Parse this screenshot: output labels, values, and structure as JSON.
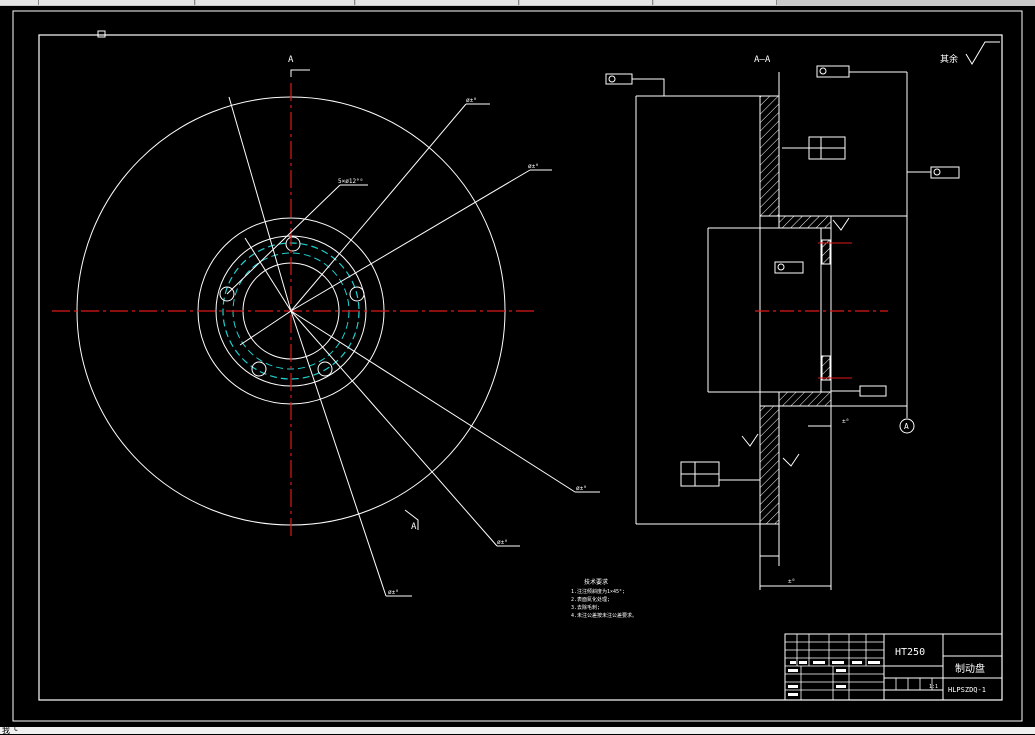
{
  "statusbar": {
    "text": "我 ╰"
  },
  "drawing": {
    "section_label_top": "A",
    "section_label_bottom": "A",
    "section_view_title": "A—A",
    "surface_note": "其余",
    "datum_label": "A",
    "dimensions": {
      "d1": "ø±⁰",
      "d2": "5×ø12°⁰",
      "d3": "ø±⁰",
      "d4": "ø±⁰",
      "d5": "ø±⁰",
      "d6": "ø±⁰",
      "w1": "±⁰",
      "w2": "±⁰"
    },
    "tech_requirements": {
      "heading": "技术要求",
      "lines": [
        "1.注注倾斜度为1×45°;",
        "2.表面氮化处理;",
        "3.去除毛刺;",
        "4.未注公差按未注公差要求。"
      ]
    }
  },
  "title_block": {
    "material": "HT250",
    "part_name": "制动盘",
    "drawing_number": "HLPSZDQ-1",
    "scale": "1:1"
  }
}
